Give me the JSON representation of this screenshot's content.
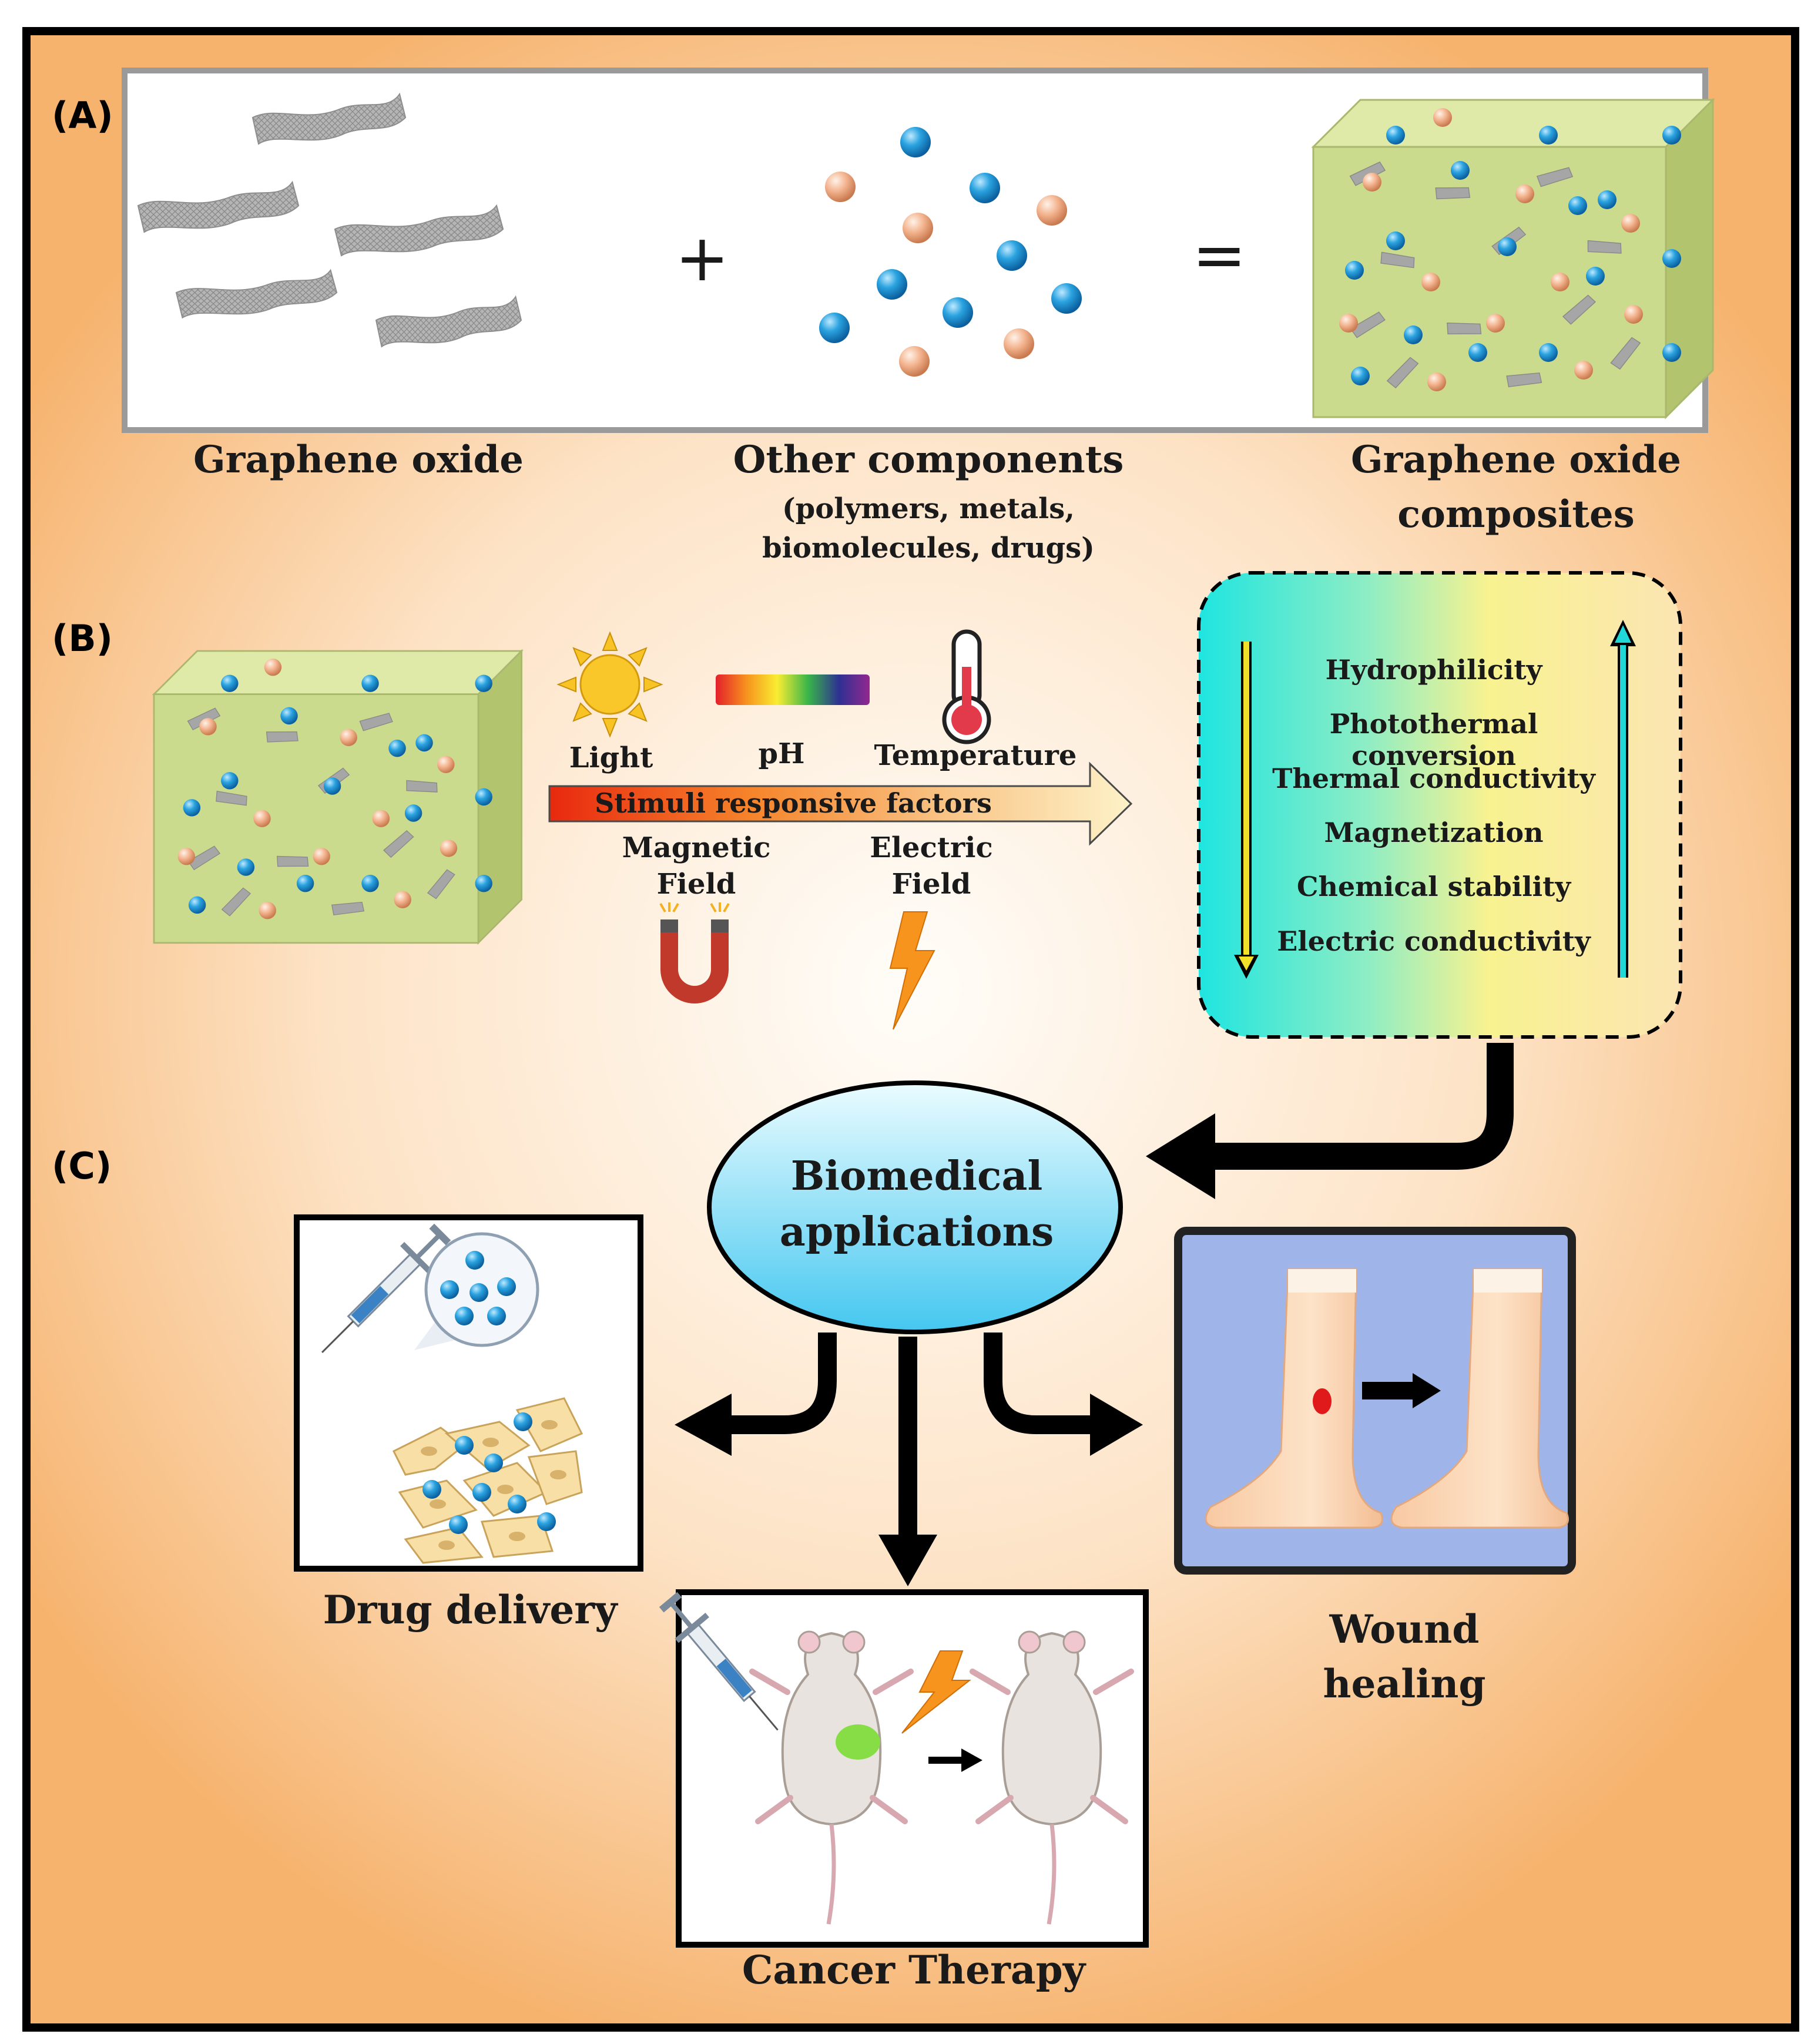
{
  "panels": {
    "a": "(A)",
    "b": "(B)",
    "c": "(C)"
  },
  "section_a": {
    "plus": "+",
    "equals": "=",
    "graphene_label": "Graphene oxide",
    "components_label": "Other components",
    "components_sub_1": "(polymers, metals,",
    "components_sub_2": "biomolecules, drugs)",
    "composite_label_1": "Graphene oxide",
    "composite_label_2": "composites"
  },
  "section_b": {
    "stimuli": {
      "light": "Light",
      "ph": "pH",
      "temperature": "Temperature",
      "arrow_text": "Stimuli responsive factors",
      "magnetic_1": "Magnetic",
      "magnetic_2": "Field",
      "electric_1": "Electric",
      "electric_2": "Field"
    },
    "properties": [
      "Hydrophilicity",
      "Photothermal conversion",
      "Thermal conductivity",
      "Magnetization",
      "Chemical stability",
      "Electric conductivity"
    ]
  },
  "section_c": {
    "hub_1": "Biomedical",
    "hub_2": "applications",
    "drug_delivery": "Drug delivery",
    "cancer_therapy": "Cancer Therapy",
    "wound_1": "Wound",
    "wound_2": "healing"
  },
  "colors": {
    "blue_particle": "#1c95d6",
    "peach_particle": "#f2b28e",
    "cube_face": "#c9d98a",
    "props_cyan": "#20e3e3",
    "props_yellow": "#fdf38a",
    "wound_bg": "#9fb4e8"
  }
}
